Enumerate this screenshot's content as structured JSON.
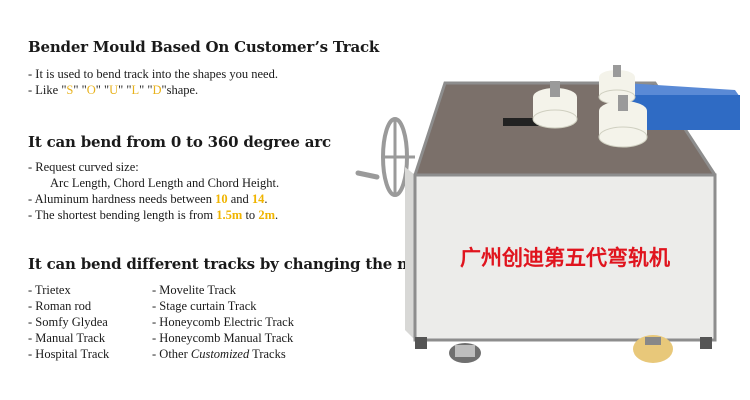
{
  "section1": {
    "title": "Bender Mould Based On Customer’s Track",
    "line1": "- It is used to bend track into the shapes you need.",
    "line2_prefix": "- Like \"",
    "shape_s": "S",
    "shape_o": "O",
    "shape_u": "U",
    "shape_l": "L",
    "shape_d": "D",
    "line2_suffix": "shape."
  },
  "section2": {
    "title": "It can bend from 0 to 360 degree arc",
    "line1": "- Request curved size:",
    "line2": "Arc Length, Chord Length and Chord Height.",
    "line3_prefix": "- Aluminum hardness needs between ",
    "hard1": "10",
    "line3_mid": " and ",
    "hard2": "14",
    "line3_suffix": ".",
    "line4_prefix": "- The shortest bending length is from ",
    "len1": "1.5m",
    "line4_mid": " to ",
    "len2": "2m",
    "line4_suffix": "."
  },
  "section3": {
    "title": "It can bend different tracks by changing the mould",
    "col1": [
      "- Trietex",
      "- Roman rod",
      "- Somfy Glydea",
      "- Manual Track",
      "- Hospital Track"
    ],
    "col2": [
      "- Movelite Track",
      "- Stage curtain Track",
      "- Honeycomb Electric Track",
      "- Honeycomb Manual Track"
    ],
    "last_prefix": "- Other ",
    "last_em": "Customized",
    "last_suffix": " Tracks"
  },
  "machine": {
    "chinese_label": "广州创迪第五代弯轨机",
    "label_color": "#e0141e",
    "panel_color": "#ececea",
    "frame_color": "#8d8d8d",
    "top_color": "#7b706a",
    "motor_color": "#2f6bc4",
    "roller_color": "#f4f3ea",
    "wheel_color": "#e8c87a"
  }
}
